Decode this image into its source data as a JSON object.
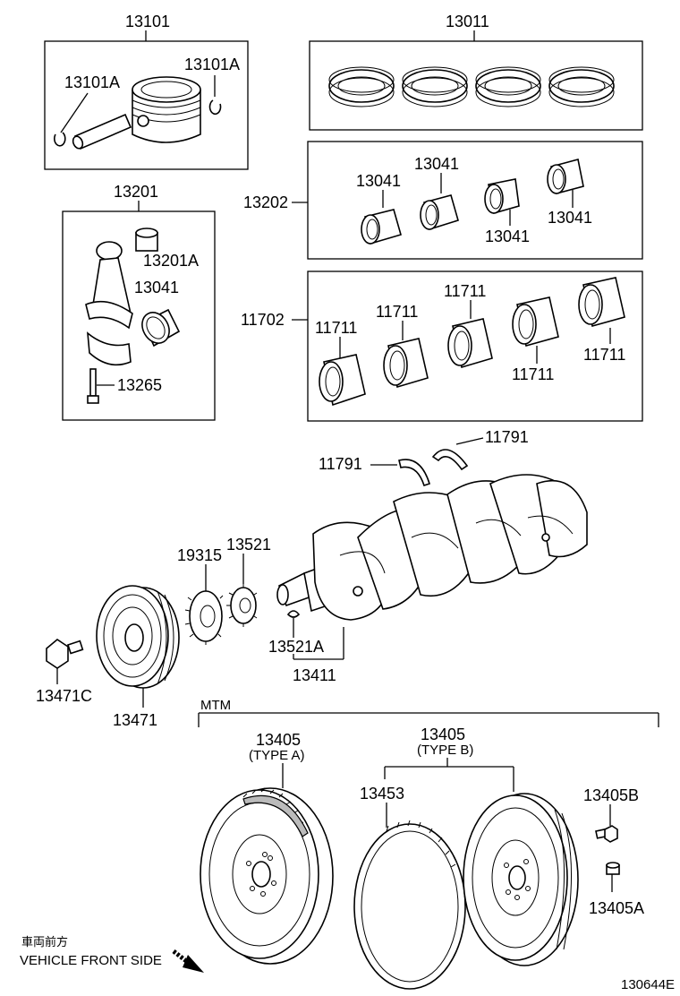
{
  "labels": {
    "l13101": "13101",
    "l13101A_left": "13101A",
    "l13101A_right": "13101A",
    "l13011": "13011",
    "l13201": "13201",
    "l13201A": "13201A",
    "l13041_rod": "13041",
    "l13265": "13265",
    "l13202": "13202",
    "l13041_a": "13041",
    "l13041_b": "13041",
    "l13041_c": "13041",
    "l13041_d": "13041",
    "l11702": "11702",
    "l11711_a": "11711",
    "l11711_b": "11711",
    "l11711_c": "11711",
    "l11711_d": "11711",
    "l11711_e": "11711",
    "l11791_a": "11791",
    "l11791_b": "11791",
    "l19315": "19315",
    "l13521": "13521",
    "l13521A": "13521A",
    "l13411": "13411",
    "l13471C": "13471C",
    "l13471": "13471",
    "mtm": "MTM",
    "l13405_a": "13405",
    "type_a": "(TYPE A)",
    "l13405_b": "13405",
    "type_b": "(TYPE B)",
    "l13453": "13453",
    "l13405B": "13405B",
    "l13405A": "13405A",
    "front_jp": "車両前方",
    "front_en": "VEHICLE FRONT SIDE",
    "drawing_no": "130644E"
  }
}
